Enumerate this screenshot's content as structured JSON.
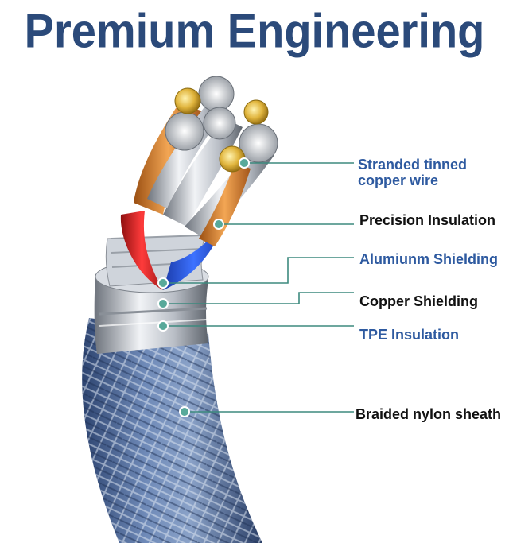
{
  "title": "Premium Engineering",
  "labels": {
    "stranded": [
      "Stranded tinned",
      "copper wire"
    ],
    "precision": "Precision Insulation",
    "aluminium": "Alumiunm Shielding",
    "copper": "Copper Shielding",
    "tpe": "TPE Insulation",
    "braided": "Braided nylon sheath"
  },
  "colors": {
    "title": "#2b4a7a",
    "label_blue": "#2e5aa0",
    "leader_line": "#3d8a7e",
    "braid": "#4a6aa0",
    "insulation_red": "#d92a2a",
    "insulation_blue": "#2b56d6",
    "copper": "#d98a3a",
    "silver": "#c7ccd4"
  }
}
